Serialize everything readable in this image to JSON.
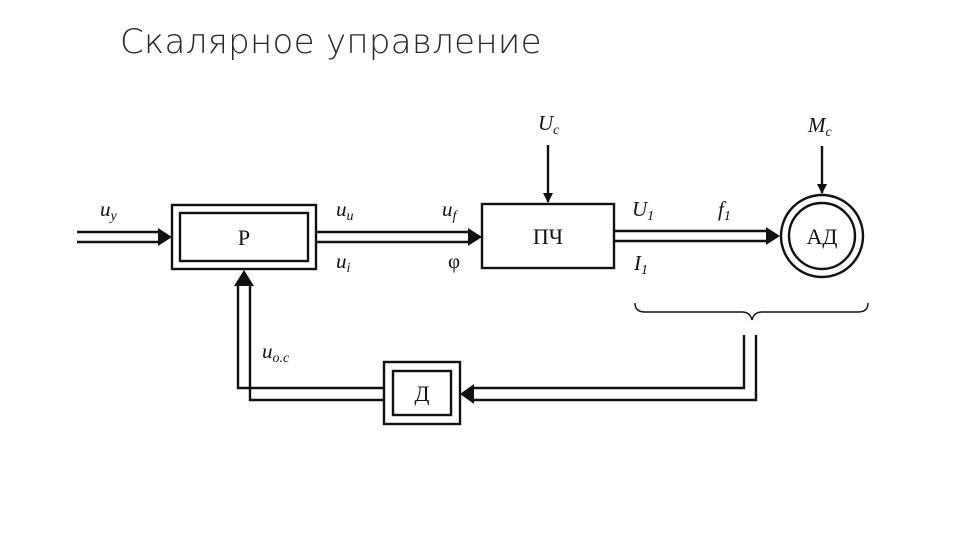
{
  "title": "Скалярное управление",
  "blocks": {
    "regulator": "Р",
    "converter": "ПЧ",
    "motor": "АД",
    "sensor": "Д"
  },
  "signals": {
    "u_y": {
      "main": "u",
      "sub": "у"
    },
    "u_u": {
      "main": "u",
      "sub": "u"
    },
    "u_i": {
      "main": "u",
      "sub": "i"
    },
    "u_f": {
      "main": "u",
      "sub": "f"
    },
    "phi": "φ",
    "U_c": {
      "main": "U",
      "sub": "с"
    },
    "U_1": {
      "main": "U",
      "sub": "1"
    },
    "f_1": {
      "main": "f",
      "sub": "1"
    },
    "I_1": {
      "main": "I",
      "sub": "1"
    },
    "M_c": {
      "main": "M",
      "sub": "с"
    },
    "u_oc": {
      "main": "u",
      "sub": "о.с"
    }
  }
}
